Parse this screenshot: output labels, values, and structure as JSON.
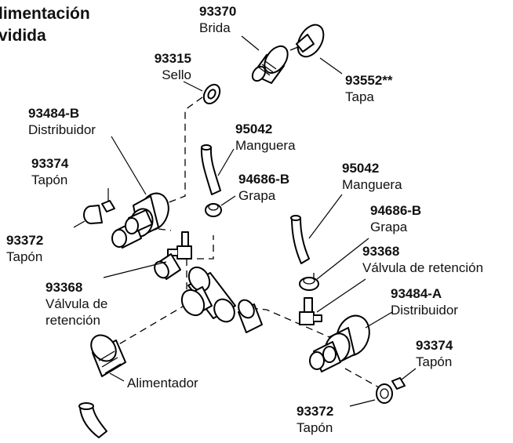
{
  "title": {
    "line1": "limentación",
    "line2": "vidida"
  },
  "labels": {
    "brida": {
      "num": "93370",
      "name": "Brida"
    },
    "sello": {
      "num": "93315",
      "name": "Sello"
    },
    "tapa": {
      "num": "93552**",
      "name": "Tapa"
    },
    "distribuidor_b": {
      "num": "93484-B",
      "name": "Distribuidor"
    },
    "manguera_1": {
      "num": "95042",
      "name": "Manguera"
    },
    "tapon_1": {
      "num": "93374",
      "name": "Tapón"
    },
    "grapa_1": {
      "num": "94686-B",
      "name": "Grapa"
    },
    "manguera_2": {
      "num": "95042",
      "name": "Manguera"
    },
    "tapon_2": {
      "num": "93372",
      "name": "Tapón"
    },
    "grapa_2": {
      "num": "94686-B",
      "name": "Grapa"
    },
    "valvula_2": {
      "num": "93368",
      "name": "Válvula de retención"
    },
    "valvula_1": {
      "num": "93368",
      "line1": "Válvula de",
      "line2": "retención"
    },
    "distribuidor_a": {
      "num": "93484-A",
      "name": "Distribuidor"
    },
    "tapon_3": {
      "num": "93374",
      "name": "Tapón"
    },
    "alimentador": {
      "name": "Alimentador"
    },
    "tapon_4": {
      "num": "93372",
      "name": "Tapón"
    }
  }
}
